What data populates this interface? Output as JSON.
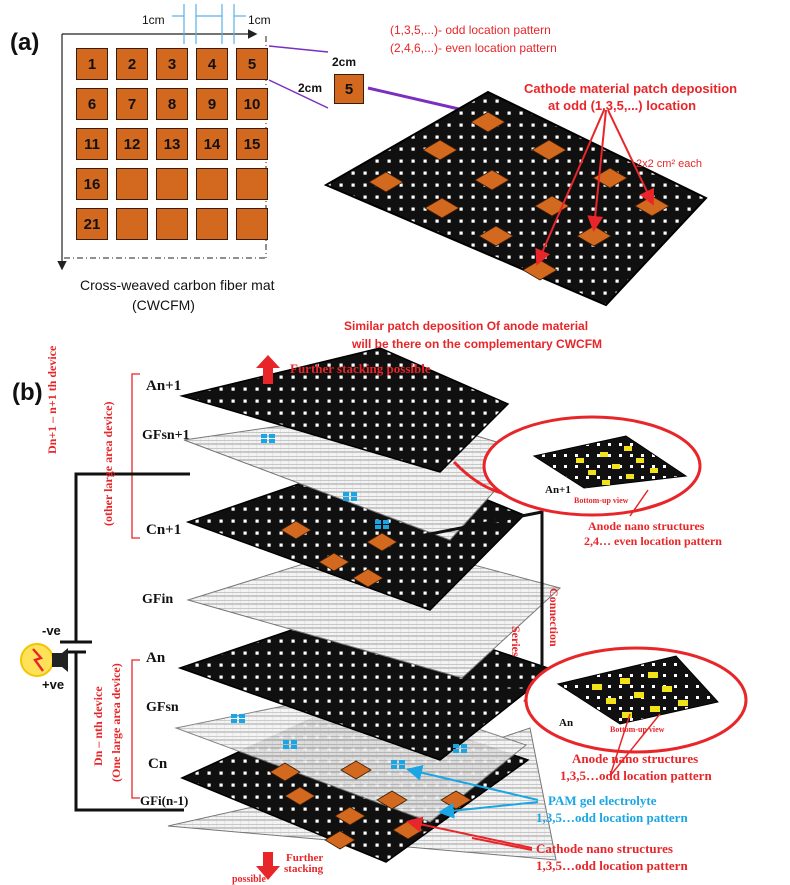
{
  "panel_a": {
    "label": "(a)",
    "dim_left": "1cm",
    "dim_right": "1cm",
    "cells": [
      "1",
      "2",
      "3",
      "4",
      "5",
      "6",
      "7",
      "8",
      "9",
      "10",
      "11",
      "12",
      "13",
      "14",
      "15",
      "16",
      "",
      "",
      "",
      "",
      "21",
      "",
      "",
      "",
      ""
    ],
    "mat_caption_1": "Cross-weaved carbon fiber mat",
    "mat_caption_2": "(CWCFM)",
    "patch_w": "2cm",
    "patch_h": "2cm",
    "patch_num": "5",
    "odd_pattern": "(1,3,5,...)- odd location pattern",
    "even_pattern": "(2,4,6,...)- even location pattern",
    "cathode_title_1": "Cathode material patch deposition",
    "cathode_title_2": "at odd (1,3,5,...) location",
    "patch_size": "2x2 cm² each",
    "anode_note_1": "Similar patch deposition Of anode material",
    "anode_note_2": "will be there on the complementary CWCFM"
  },
  "panel_b": {
    "label": "(b)",
    "further_top": "Further stacking possible",
    "further_bottom_1": "Further",
    "further_bottom_2": "stacking",
    "further_bottom_3": "possible",
    "device_top_1": "Dn+1 – n+1 th device",
    "device_top_2": "(other large area device)",
    "device_bottom_1": "Dn – nth device",
    "device_bottom_2": "(One large area device)",
    "layers": {
      "a_n1": "An+1",
      "gfs_n1": "GFsn+1",
      "c_n1": "Cn+1",
      "gfi_n": "GFin",
      "a_n": "An",
      "gfs_n": "GFsn",
      "c_n": "Cn",
      "gfi_n_1": "GFi(n-1)"
    },
    "series_1": "Series",
    "series_2": "Connection",
    "neg": "-ve",
    "pos": "+ve",
    "inset_top_label": "An+1",
    "inset_top_view": "Bottom-up view",
    "inset_bottom_label": "An",
    "inset_bottom_view": "Bottom-up view",
    "anode_top_1": "Anode nano structures",
    "anode_top_2": "2,4… even location pattern",
    "anode_bottom_1": "Anode nano structures",
    "anode_bottom_2": "1,3,5…odd location pattern",
    "pam_1": "PAM gel electrolyte",
    "pam_2": "1,3,5…odd location pattern",
    "cathode_1": "Cathode nano structures",
    "cathode_2": "1,3,5…odd location pattern"
  },
  "colors": {
    "red": "#e8262a",
    "blue": "#1aa6e4",
    "patch": "#d2691e",
    "mat": "#111111",
    "separator": "#e3e3e3",
    "anode_patch": "#f2e21a",
    "arrow_purple": "#7b2fbe"
  }
}
